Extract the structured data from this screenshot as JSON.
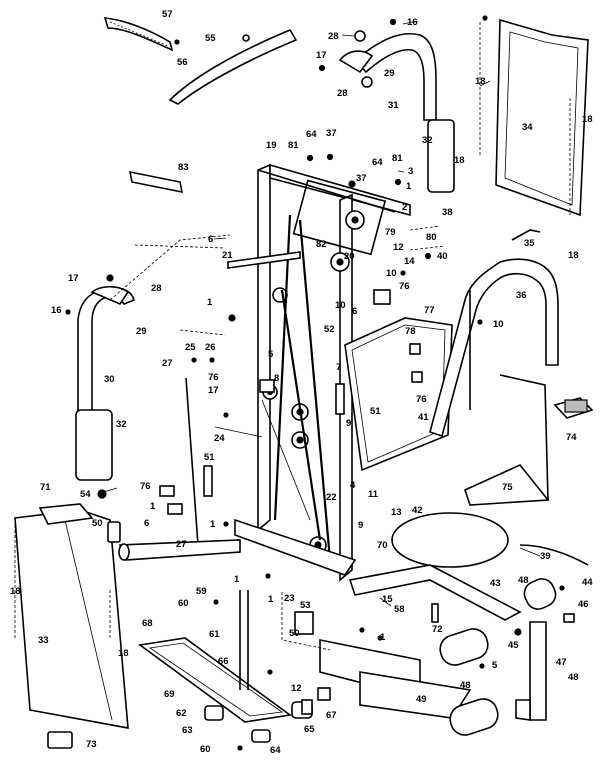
{
  "labels": {
    "p1": "1",
    "p2": "2",
    "p3": "3",
    "p4": "4",
    "p5": "5",
    "p6": "6",
    "p7": "7",
    "p8": "8",
    "p9": "9",
    "p10": "10",
    "p11": "11",
    "p12": "12",
    "p13": "13",
    "p14": "14",
    "p15": "15",
    "p16": "16",
    "p17": "17",
    "p18": "18",
    "p19": "19",
    "p20": "20",
    "p21": "21",
    "p22": "22",
    "p23": "23",
    "p24": "24",
    "p25": "25",
    "p26": "26",
    "p27": "27",
    "p28": "28",
    "p29": "29",
    "p30": "30",
    "p31": "31",
    "p32": "32",
    "p33": "33",
    "p34": "34",
    "p35": "35",
    "p36": "36",
    "p37": "37",
    "p38": "38",
    "p39": "39",
    "p40": "40",
    "p41": "41",
    "p42": "42",
    "p43": "43",
    "p44": "44",
    "p45": "45",
    "p46": "46",
    "p47": "47",
    "p48": "48",
    "p49": "49",
    "p50": "50",
    "p51": "51",
    "p52": "52",
    "p53": "53",
    "p54": "54",
    "p55": "55",
    "p56": "56",
    "p57": "57",
    "p58": "58",
    "p59": "59",
    "p60": "60",
    "p61": "61",
    "p62": "62",
    "p63": "63",
    "p64": "64",
    "p65": "65",
    "p66": "66",
    "p67": "67",
    "p68": "68",
    "p69": "69",
    "p70": "70",
    "p71": "71",
    "p72": "72",
    "p73": "73",
    "p74": "74",
    "p75": "75",
    "p76": "76",
    "p77": "77",
    "p78": "78",
    "p79": "79",
    "p80": "80",
    "p81": "81",
    "p82": "82",
    "p83": "83"
  }
}
